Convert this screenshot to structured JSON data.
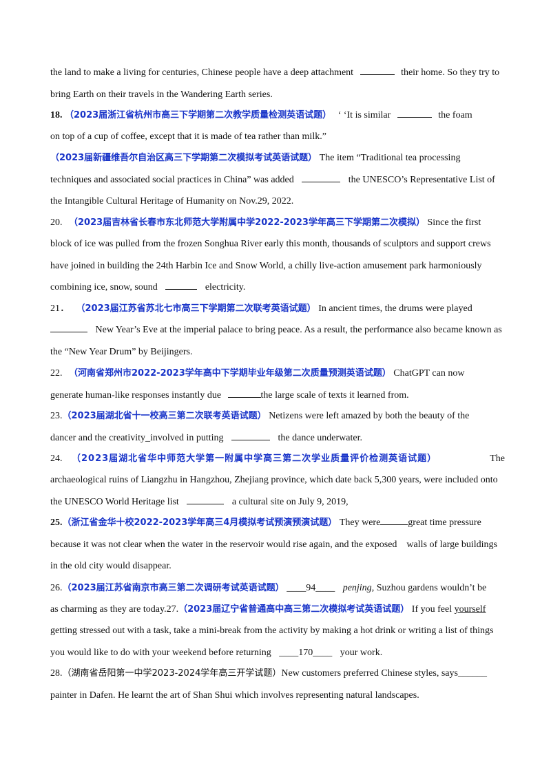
{
  "lines": {
    "l1a": "the land to make a living for centuries, Chinese people have a deep attachment",
    "l1b": "their home. So they try to",
    "l2": "bring Earth on their travels in the Wandering Earth series.",
    "q18_num": "18.",
    "q18_src": "（2023届浙江省杭州市高三下学期第二次教学质量检测英语试题）",
    "q18_a": "‘ ‘It is similar",
    "q18_b": "the foam",
    "l4": "on top of a cup of coffee, except that it is made of tea rather than milk.”",
    "q19_src": "（2023届新疆维吾尔自治区高三下学期第二次模拟考试英语试题）",
    "q19_a": "The item “Traditional tea processing",
    "l6a": "techniques and associated social practices in China” was added",
    "l6b": "the UNESCO’s Representative List of",
    "l7": "the Intangible Cultural Heritage of Humanity on Nov.29, 2022.",
    "q20_num": "20.",
    "q20_src": "（2023届吉林省长春市东北师范大学附属中学2022-2023学年高三下学期第二次模拟）",
    "q20_a": "Since the first",
    "l9": "block of ice was pulled from the frozen Songhua River early this month, thousands of sculptors and support crews",
    "l10": "have joined in building the 24th Harbin Ice and Snow World, a chilly live-action amusement park harmoniously",
    "l11a": "combining ice, snow, sound",
    "l11b": "electricity.",
    "q21_num": "21．",
    "q21_src": "（2023届江苏省苏北七市高三下学期第二次联考英语试题）",
    "q21_a": "In ancient times, the drums were played",
    "l13b": "New Year’s Eve at the imperial palace to bring peace. As a result, the performance also became known as",
    "l14": "the “New Year Drum” by Beijingers.",
    "q22_num": "22.",
    "q22_src": "（河南省郑州市2022-2023学年高中下学期毕业年级第二次质量预测英语试题）",
    "q22_a": "ChatGPT can now",
    "l16a": "generate human-like responses instantly due",
    "l16b": "the large scale of texts it learned from.",
    "q23_num": "23.",
    "q23_src": "（2023届湖北省十一校高三第二次联考英语试题）",
    "q23_a": "Netizens were left amazed by both the beauty of the",
    "l18a": "dancer and the creativity_involved in putting",
    "l18b": "the dance underwater.",
    "q24_num": "24.",
    "q24_src": "（2023届湖北省华中师范大学第一附属中学高三第二次学业质量评价检测英语试题）",
    "q24_a": "The",
    "l20": "archaeological ruins of Liangzhu in Hangzhou, Zhejiang province, which date back 5,300 years, were included onto",
    "l21a": "the UNESCO World Heritage list",
    "l21b": "a cultural site on July 9, 2019,",
    "q25_num": "25.",
    "q25_src": "（浙江省金华十校2022-2023学年高三4月模拟考试预演预演试题）",
    "q25_a": "They were",
    "q25_b": "great time pressure",
    "l23": "because it was not clear when the water in the reservoir would rise again, and the exposed    walls of large buildings",
    "l24": "in the old city would disappear.",
    "q26_num": "26.",
    "q26_src": "（2023届江苏省南京市高三第二次调研考试英语试题）",
    "q26_ans": "____94____",
    "q26_it": "penjing",
    "q26_b": ", Suzhou gardens wouldn’t be",
    "l26a": "as charming as they are today.27.",
    "q27_src": "（2023届辽宁省普通高中高三第二次模拟考试英语试题）",
    "q27_a": "If you feel",
    "q27_u": "yourself",
    "l27": "getting stressed out with a task, take a mini-break from the activity by making a hot drink or writing a list of things",
    "l28a": "you would like to do with your weekend before returning",
    "l28ans": "____170____",
    "l28b": "your work.",
    "q28_num": "28.",
    "q28_src": "（湖南省岳阳第一中学2023-2024学年高三开学试题）",
    "q28_a": "New customers preferred Chinese styles, says",
    "q28_blank": "______",
    "l30": "painter in Dafen. He learnt the art of Shan Shui which involves representing natural landscapes."
  }
}
